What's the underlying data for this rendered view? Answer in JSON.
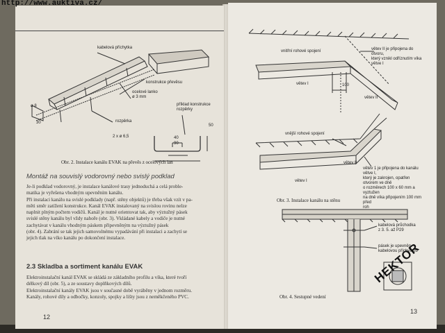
{
  "url": "http://www.auktiva.cz/",
  "watermark": "HEKTOR",
  "left_page": {
    "page_number": "12",
    "fig2_caption": "Obr. 2. Instalace kanálu EVAK na převěs z ocelových lan",
    "fig2_labels": {
      "kabelova_prichytka": "kabelová příchytka",
      "konstrukce_prevesu": "konstrukce převěsu",
      "ocelove_lanko": "ocelové lanko ø 3 mm",
      "rozperka": "rozpěrka",
      "priklad": "příklad konstrukce rozpěrky",
      "rozmer": "2 x ø 6,5",
      "d40": "40",
      "d90": "90",
      "d50": "50",
      "dim_a": "ø 8",
      "dim_b": "30"
    },
    "heading_mounting": "Montáž na souvislý vodorovný nebo svislý podklad",
    "para_mounting": [
      "Je-li podklad vodorovný, je instalace kanálové trasy jednoduchá a celá proble-",
      "matika je vyřešena vhodným upevněním kanálu.",
      "Při instalaci kanálu na svislé podklady (např. stěny objektů) je třeba však vzít v pa-",
      "měti směr zatížení konstrukce. Kanál EVAK instalovaný na svislou rovinu nelze",
      "naplnit plným počtem vodičů. Kanál je nutné orientovat tak, aby výztužný pásek",
      "svislé stěny kanálu byl vždy nahoře (obr. 3). Vkládané kabely a vodiče je nutné",
      "zachytávat v kanálu vhodným páskem připevněným na výztužný pásek",
      "(obr. 4). Zabrání se tak jejich samovolnému vypadávání při instalaci a zachytí se",
      "jejich tlak na víko kanálu po dokončení instalace."
    ],
    "heading_section": "2.3 Skladba a sortiment kanálu EVAK",
    "para_section": [
      "Elektroinstalační kanál EVAK se skládá ze základního profilu a víka, které tvoří",
      "délkový díl (obr. 5), a ze soustavy doplňkových dílů.",
      "Elektroinstalační kanály EVAK jsou v současné době vyráběny v jednom rozměru.",
      "Kanály, rohové díly a odbočky, konzoly, spojky a lišty jsou z neměkčeného PVC."
    ]
  },
  "right_page": {
    "page_number": "13",
    "fig3_caption": "Obr. 3. Instalace kanálu na stěnu",
    "fig4_caption": "Obr. 4. Sestupné vedení",
    "fig3_labels": {
      "vnitrni_spojeni": "vnitřní rohové spojení",
      "vetev_pripojena": [
        "větev II je připojena do otvoru,",
        "který vznikl odříznutím víka větve I"
      ],
      "vetev1_top": "větev I",
      "vetev2_top": "větev II",
      "d100": "100",
      "vnejsi_spojeni": "vnější rohové spojení",
      "vetev_pripojena_2": [
        "větev 1 je připojena do kanálu větve I,",
        "který je zakrojen, opatřen otvorem ve dně",
        "o rozměrech 100 x 60 mm a vyztužen",
        "na dně víka připojením 100 mm před",
        "roh"
      ],
      "vetev1_bottom": "větev I",
      "vetev2_bottom": "větev II"
    },
    "fig4_labels": {
      "prichodka": [
        "kabelová průchodka",
        "z 3. 5. až P29"
      ],
      "pasek": [
        "pásek je upevněn",
        "kabelovou příchytkou"
      ]
    }
  }
}
